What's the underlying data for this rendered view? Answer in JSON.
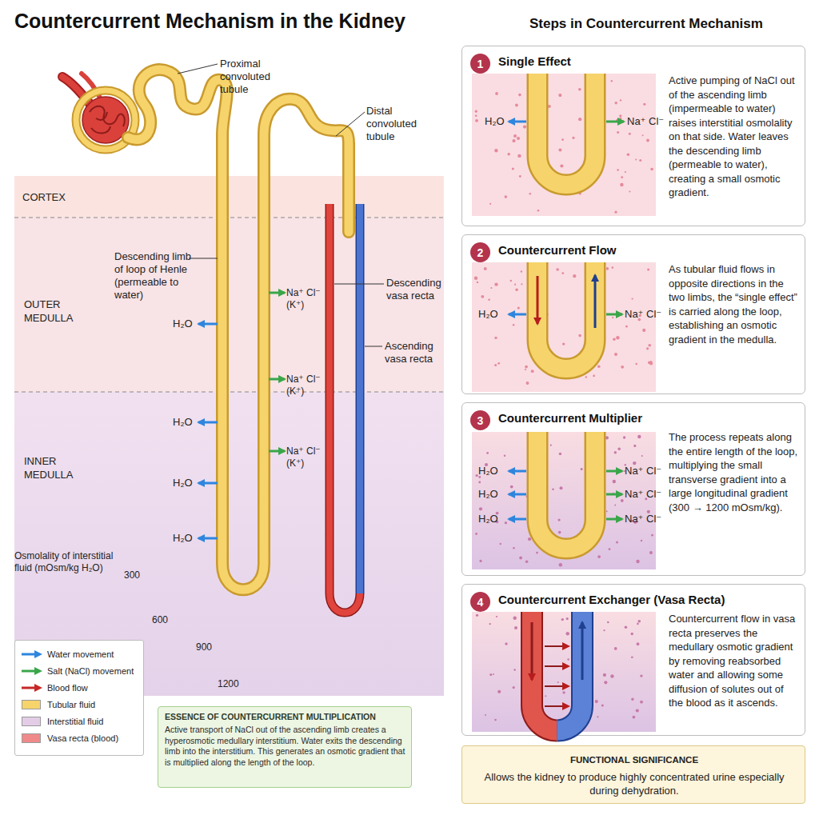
{
  "diagram": {
    "title": "Countercurrent Mechanism in the Kidney",
    "nodes": [
      {
        "text": [
          "CORTEX"
        ]
      },
      {
        "text": [
          "OUTER MEDULLA"
        ]
      },
      {
        "text": [
          "INNER MEDULLA"
        ]
      },
      {
        "text": [
          "ESSENCE OF COUNTERCURRENT MULTIPLICATION",
          "Active transport of NaCl out of the ascending limb creates a hyperosmotic medullary interstitium. Water exits the descending limb into the interstitium. This generates an osmotic gradient that is multiplied along the length of the loop."
        ]
      },
      {
        "text": [
          "Single Effect",
          "Active pumping of NaCl out of the ascending limb (impermeable to water) raises interstitial osmolality on that side. Water leaves the descending limb (permeable to water), creating a small osmotic gradient."
        ]
      },
      {
        "text": [
          "1"
        ],
        "in": 4
      },
      {
        "text": [
          "Countercurrent Flow",
          "As tubular fluid flows in opposite directions in the two limbs, the “single effect” is carried along the loop, establishing an osmotic gradient in the medulla."
        ]
      },
      {
        "text": [
          "2"
        ],
        "in": 6
      },
      {
        "text": [
          "Countercurrent Multiplier",
          "The process repeats along the entire length of the loop, multiplying the small transverse gradient into a large longitudinal gradient (300 → 1200 mOsm/kg)."
        ]
      },
      {
        "text": [
          "3"
        ],
        "in": 8
      },
      {
        "text": [
          "Countercurrent Exchanger (Vasa Recta)",
          "Countercurrent flow in vasa recta preserves the medullary osmotic gradient by removing reabsorbed water and allowing some diffusion of solutes out of the blood as it ascends."
        ]
      },
      {
        "text": [
          "4"
        ],
        "in": 10
      },
      {
        "text": [
          "FUNCTIONAL SIGNIFICANCE",
          "Allows the kidney to produce highly concentrated urine especially during dehydration."
        ]
      }
    ],
    "labels": [
      "Proximal convoluted tubule",
      "Distal convoluted tubule",
      "Descending limb of loop of Henle (permeable to water)",
      "H₂O",
      "H₂O",
      "H₂O",
      "H₂O",
      "Na⁺ Cl⁻ (K⁺)",
      "Na⁺ Cl⁻ (K⁺)",
      "Na⁺ Cl⁻ (K⁺)",
      "Descending vasa recta",
      "Ascending vasa recta",
      "Osmolality of interstitial fluid (mOsm/kg H₂O)",
      "300",
      "600",
      "900",
      "1200",
      "Steps in Countercurrent Mechanism",
      "H₂O",
      "Na⁺ Cl⁻",
      "H₂O",
      "Na⁺ Cl⁻",
      "H₂O",
      "H₂O",
      "H₂O",
      "Na⁺ Cl⁻",
      "Na⁺ Cl⁻",
      "Na⁺ Cl⁻"
    ],
    "legend": [
      {
        "text": "Water movement"
      },
      {
        "text": "Salt (NaCl) movement"
      },
      {
        "text": "Blood flow"
      },
      {
        "text": "Tubular fluid",
        "color": "#f6d46b"
      },
      {
        "text": "Interstitial fluid",
        "color": "#e3cde6"
      },
      {
        "text": "Vasa recta (blood)",
        "color": "#f08a8a"
      }
    ]
  }
}
